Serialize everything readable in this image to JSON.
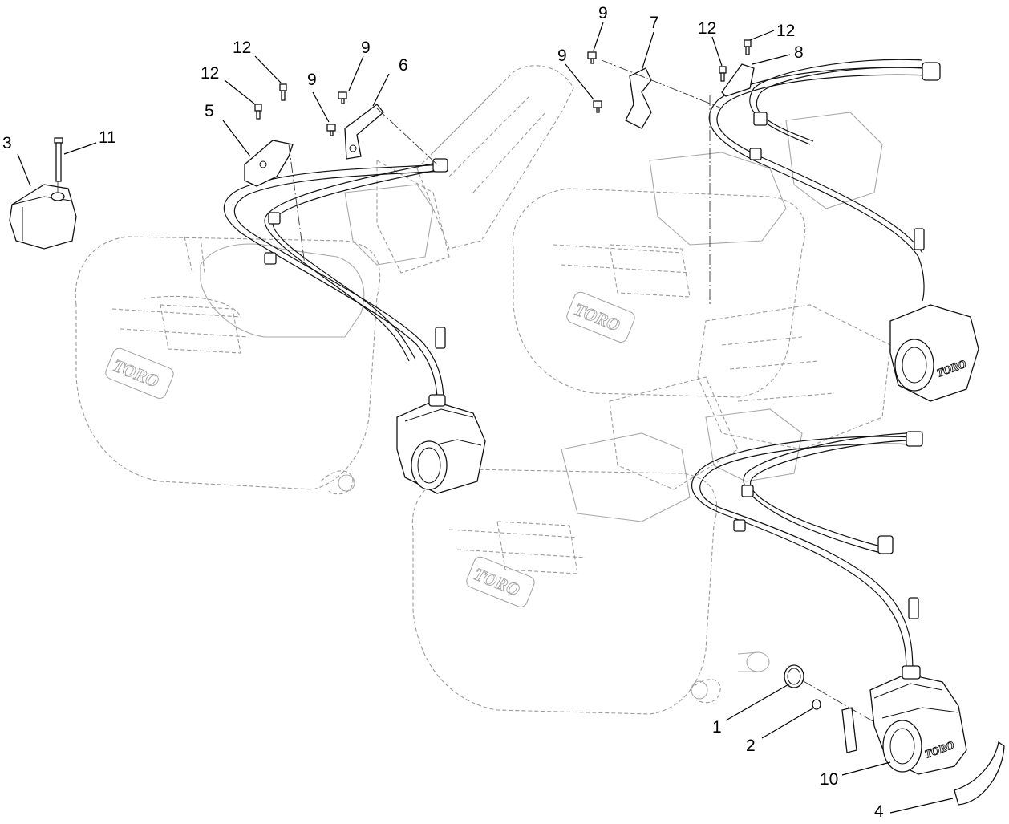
{
  "callouts": [
    {
      "id": "1",
      "label": "1"
    },
    {
      "id": "2",
      "label": "2"
    },
    {
      "id": "3",
      "label": "3"
    },
    {
      "id": "4",
      "label": "4"
    },
    {
      "id": "5",
      "label": "5"
    },
    {
      "id": "6",
      "label": "6"
    },
    {
      "id": "7",
      "label": "7"
    },
    {
      "id": "8",
      "label": "8"
    },
    {
      "id": "9a",
      "label": "9"
    },
    {
      "id": "9b",
      "label": "9"
    },
    {
      "id": "9c",
      "label": "9"
    },
    {
      "id": "9d",
      "label": "9"
    },
    {
      "id": "10",
      "label": "10"
    },
    {
      "id": "11",
      "label": "11"
    },
    {
      "id": "12a",
      "label": "12"
    },
    {
      "id": "12b",
      "label": "12"
    },
    {
      "id": "12c",
      "label": "12"
    },
    {
      "id": "12d",
      "label": "12"
    }
  ],
  "logos": [
    "TORO",
    "TORO",
    "TORO",
    "TORO",
    "TORO"
  ],
  "colors": {
    "ink": "#000000",
    "ghost": "#9a9a9a",
    "background": "#ffffff"
  }
}
